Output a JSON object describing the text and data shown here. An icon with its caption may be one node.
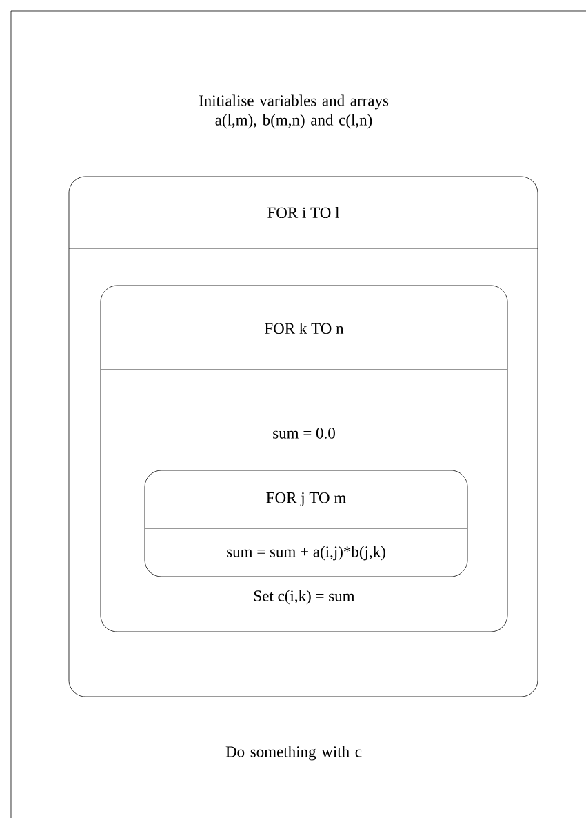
{
  "diagram": {
    "nodes": [
      {
        "text": [
          "FOR i TO l"
        ]
      },
      {
        "text": [
          "FOR k TO n",
          "sum = 0.0",
          "Set c(i,k) = sum"
        ],
        "in": 0
      },
      {
        "text": [
          "FOR j TO m",
          "sum = sum + a(i,j)*b(j,k)"
        ],
        "in": 1
      }
    ],
    "labels": [
      "Initialise variables and arrays a(l,m), b(m,n) and c(l,n)",
      "Do something with c"
    ]
  }
}
